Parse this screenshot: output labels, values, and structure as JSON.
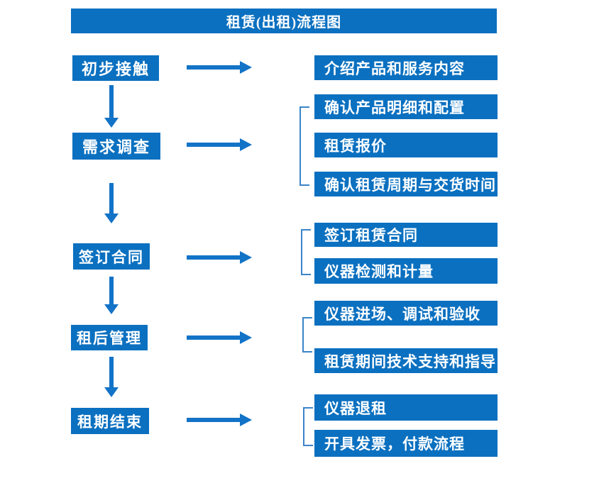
{
  "title": "租赁(出租)流程图",
  "colors": {
    "box_blue": "#0b70c0",
    "arrow_blue": "#1273c7",
    "bracket_blue": "#3a84c8",
    "text_white": "#ffffff",
    "background": "#ffffff"
  },
  "steps": [
    {
      "label": "初步接触",
      "details": [
        "介绍产品和服务内容"
      ]
    },
    {
      "label": "需求调查",
      "details": [
        "确认产品明细和配置",
        "租赁报价",
        "确认租赁周期与交货时间"
      ]
    },
    {
      "label": "签订合同",
      "details": [
        "签订租赁合同",
        "仪器检测和计量"
      ]
    },
    {
      "label": "租后管理",
      "details": [
        "仪器进场、调试和验收",
        "租赁期间技术支持和指导"
      ]
    },
    {
      "label": "租期结束",
      "details": [
        "仪器退租",
        "开具发票，付款流程"
      ]
    }
  ]
}
